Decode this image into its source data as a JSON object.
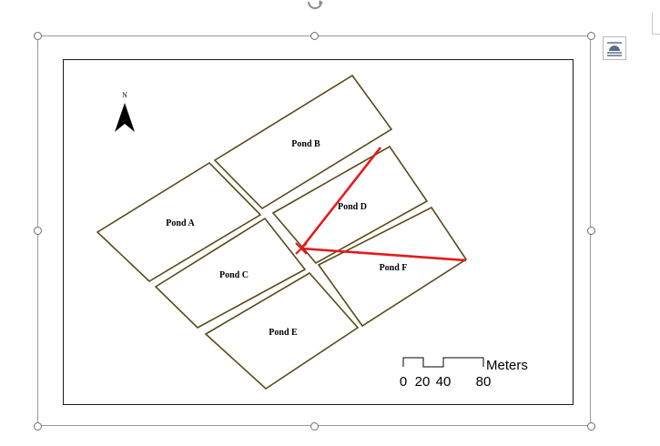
{
  "map": {
    "north_label": "N",
    "ponds": [
      {
        "label": "Pond A"
      },
      {
        "label": "Pond B"
      },
      {
        "label": "Pond C"
      },
      {
        "label": "Pond D"
      },
      {
        "label": "Pond E"
      },
      {
        "label": "Pond F"
      }
    ],
    "scale_bar": {
      "unit": "Meters",
      "ticks": [
        "0",
        "20",
        "40",
        "80"
      ]
    },
    "colors": {
      "pond_outline": "#5b4a17",
      "route_line": "#e41a1c",
      "frame": "#1a1a1a"
    }
  },
  "icons": {
    "rotate_handle": "rotate-icon",
    "layout_options": "layout-options-icon"
  }
}
